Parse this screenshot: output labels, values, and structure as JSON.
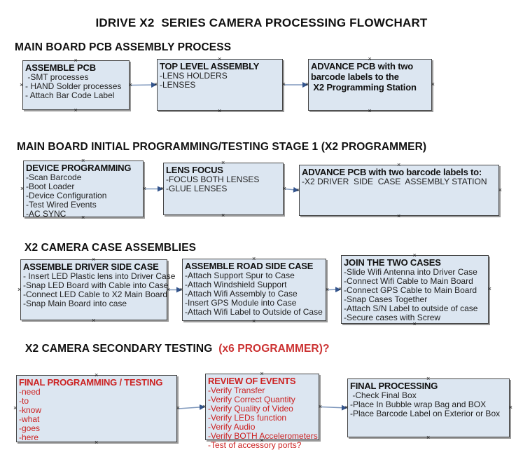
{
  "page": {
    "title": "IDRIVE X2  SERIES CAMERA PROCESSING FLOWCHART"
  },
  "colors": {
    "box_fill": "#dce6f1",
    "box_border": "#454545",
    "box_shadow": "#9a9a9a",
    "connector_line": "#8099bd",
    "connector_arrow": "#33548c",
    "red_text": "#cc2222",
    "heading_red": "#cc3333"
  },
  "icons": {
    "connection_handle": "×"
  },
  "sections": [
    {
      "heading": "MAIN BOARD PCB ASSEMBLY PROCESS",
      "heading_red": "",
      "boxes": [
        {
          "title": "ASSEMBLE PCB",
          "items": [
            " -SMT processes",
            "- HAND Solder processes",
            "- Attach Bar Code Label"
          ]
        },
        {
          "title": "TOP LEVEL ASSEMBLY",
          "items": [
            "-LENS HOLDERS",
            "-LENSES"
          ]
        },
        {
          "title": "ADVANCE PCB with two\nbarcode labels to the\n X2 Programming Station",
          "items": []
        }
      ]
    },
    {
      "heading": "MAIN BOARD INITIAL PROGRAMMING/TESTING STAGE 1 (X2 PROGRAMMER)",
      "heading_red": "",
      "boxes": [
        {
          "title": "DEVICE PROGRAMMING",
          "items": [
            "-Scan Barcode",
            "-Boot Loader",
            "-Device Configuration",
            "-Test Wired Events",
            "-AC SYNC"
          ]
        },
        {
          "title": "LENS FOCUS",
          "items": [
            "-FOCUS BOTH LENSES",
            "-GLUE LENSES"
          ]
        },
        {
          "title": "ADVANCE PCB with two barcode labels to:",
          "items": [
            "-X2 DRIVER  SIDE  CASE  ASSEMBLY STATION"
          ]
        }
      ]
    },
    {
      "heading": "X2 CAMERA CASE ASSEMBLIES",
      "heading_red": "",
      "boxes": [
        {
          "title": "ASSEMBLE DRIVER SIDE CASE",
          "items": [
            "- Insert LED Plastic lens into Driver Case",
            "-Snap LED Board with Cable into Case",
            "-Connect LED Cable to X2 Main Board",
            "-Snap Main Board into case"
          ]
        },
        {
          "title": "ASSEMBLE ROAD SIDE CASE",
          "items": [
            "-Attach Support Spur to Case",
            "-Attach Windshield Support",
            "-Attach Wifi Assembly to Case",
            "-Insert GPS Module into Case",
            "-Attach Wifi Label to Outside of Case"
          ]
        },
        {
          "title": "JOIN THE TWO CASES",
          "items": [
            "-Slide Wifi Antenna into Driver Case",
            "-Connect Wifi Cable to Main Board",
            "-Connect GPS Cable to Main Board",
            "-Snap Cases Together",
            "-Attach S/N Label to outside of case",
            "-Secure cases with Screw"
          ]
        }
      ]
    },
    {
      "heading": "X2 CAMERA SECONDARY TESTING",
      "heading_red": "  (x6 PROGRAMMER)?",
      "boxes": [
        {
          "title": "FINAL PROGRAMMING / TESTING",
          "red": true,
          "items": [
            "-need",
            "-to",
            "-know",
            "-what",
            "-goes",
            "-here"
          ]
        },
        {
          "title": "REVIEW OF EVENTS",
          "red": true,
          "items": [
            "-Verify Transfer",
            "-Verify Correct Quantity",
            "-Verify Quality of Video",
            "-Verify LEDs function",
            "-Verify Audio",
            "-Verify BOTH Accelerometers",
            "-Test of accessory ports?"
          ]
        },
        {
          "title": "FINAL PROCESSING",
          "items": [
            " -Check Final Box",
            "-Place In Bubble wrap Bag and BOX",
            "-Place Barcode Label on Exterior or Box"
          ]
        }
      ]
    }
  ]
}
